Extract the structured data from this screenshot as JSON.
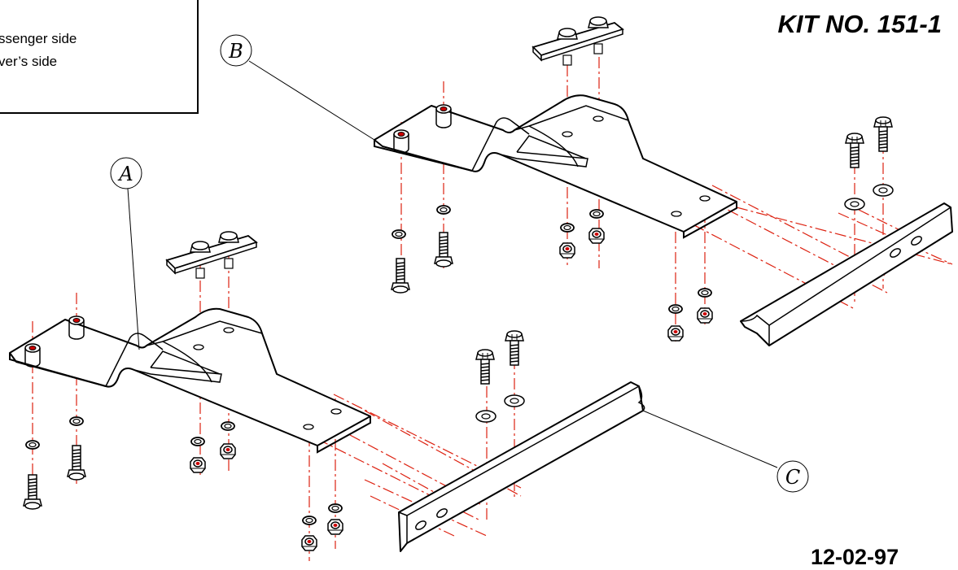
{
  "legend": {
    "lines": [
      "ssenger side",
      "ver’s side"
    ]
  },
  "title": "KIT NO. 151-1",
  "date": "12-02-97",
  "callouts": {
    "a": "A",
    "b": "B",
    "c": "C"
  }
}
